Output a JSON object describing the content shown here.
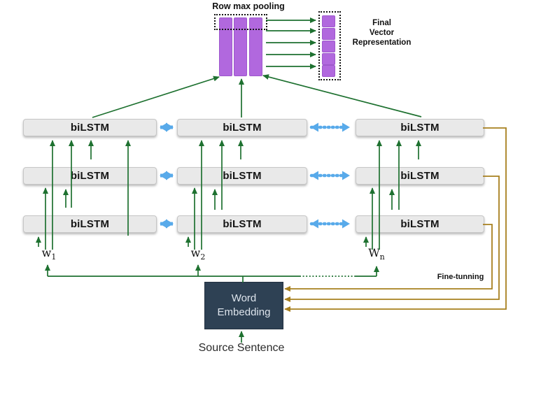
{
  "colors": {
    "green": "#1e7130",
    "blue": "#58aaea",
    "brown": "#a8801f",
    "purple": "#b168de",
    "purple_border": "#9e58cd",
    "navy": "#2e4154",
    "box_gray": "#e9e9e9"
  },
  "pooling": {
    "label": "Row max pooling"
  },
  "final_vector": {
    "lines": [
      "Final",
      "Vector",
      "Representation"
    ]
  },
  "bilstm_grid": {
    "rows": [
      {
        "cells": [
          "biLSTM",
          "biLSTM",
          "biLSTM"
        ]
      },
      {
        "cells": [
          "biLSTM",
          "biLSTM",
          "biLSTM"
        ]
      },
      {
        "cells": [
          "biLSTM",
          "biLSTM",
          "biLSTM"
        ]
      }
    ]
  },
  "words": [
    {
      "base": "w",
      "sub": "1"
    },
    {
      "base": "w",
      "sub": "2"
    },
    {
      "base": "W",
      "sub": "n"
    }
  ],
  "embedding": {
    "lines": [
      "Word",
      "Embedding"
    ]
  },
  "source_sentence": {
    "label": "Source Sentence"
  },
  "fine_tuning": {
    "label": "Fine-tunning"
  }
}
